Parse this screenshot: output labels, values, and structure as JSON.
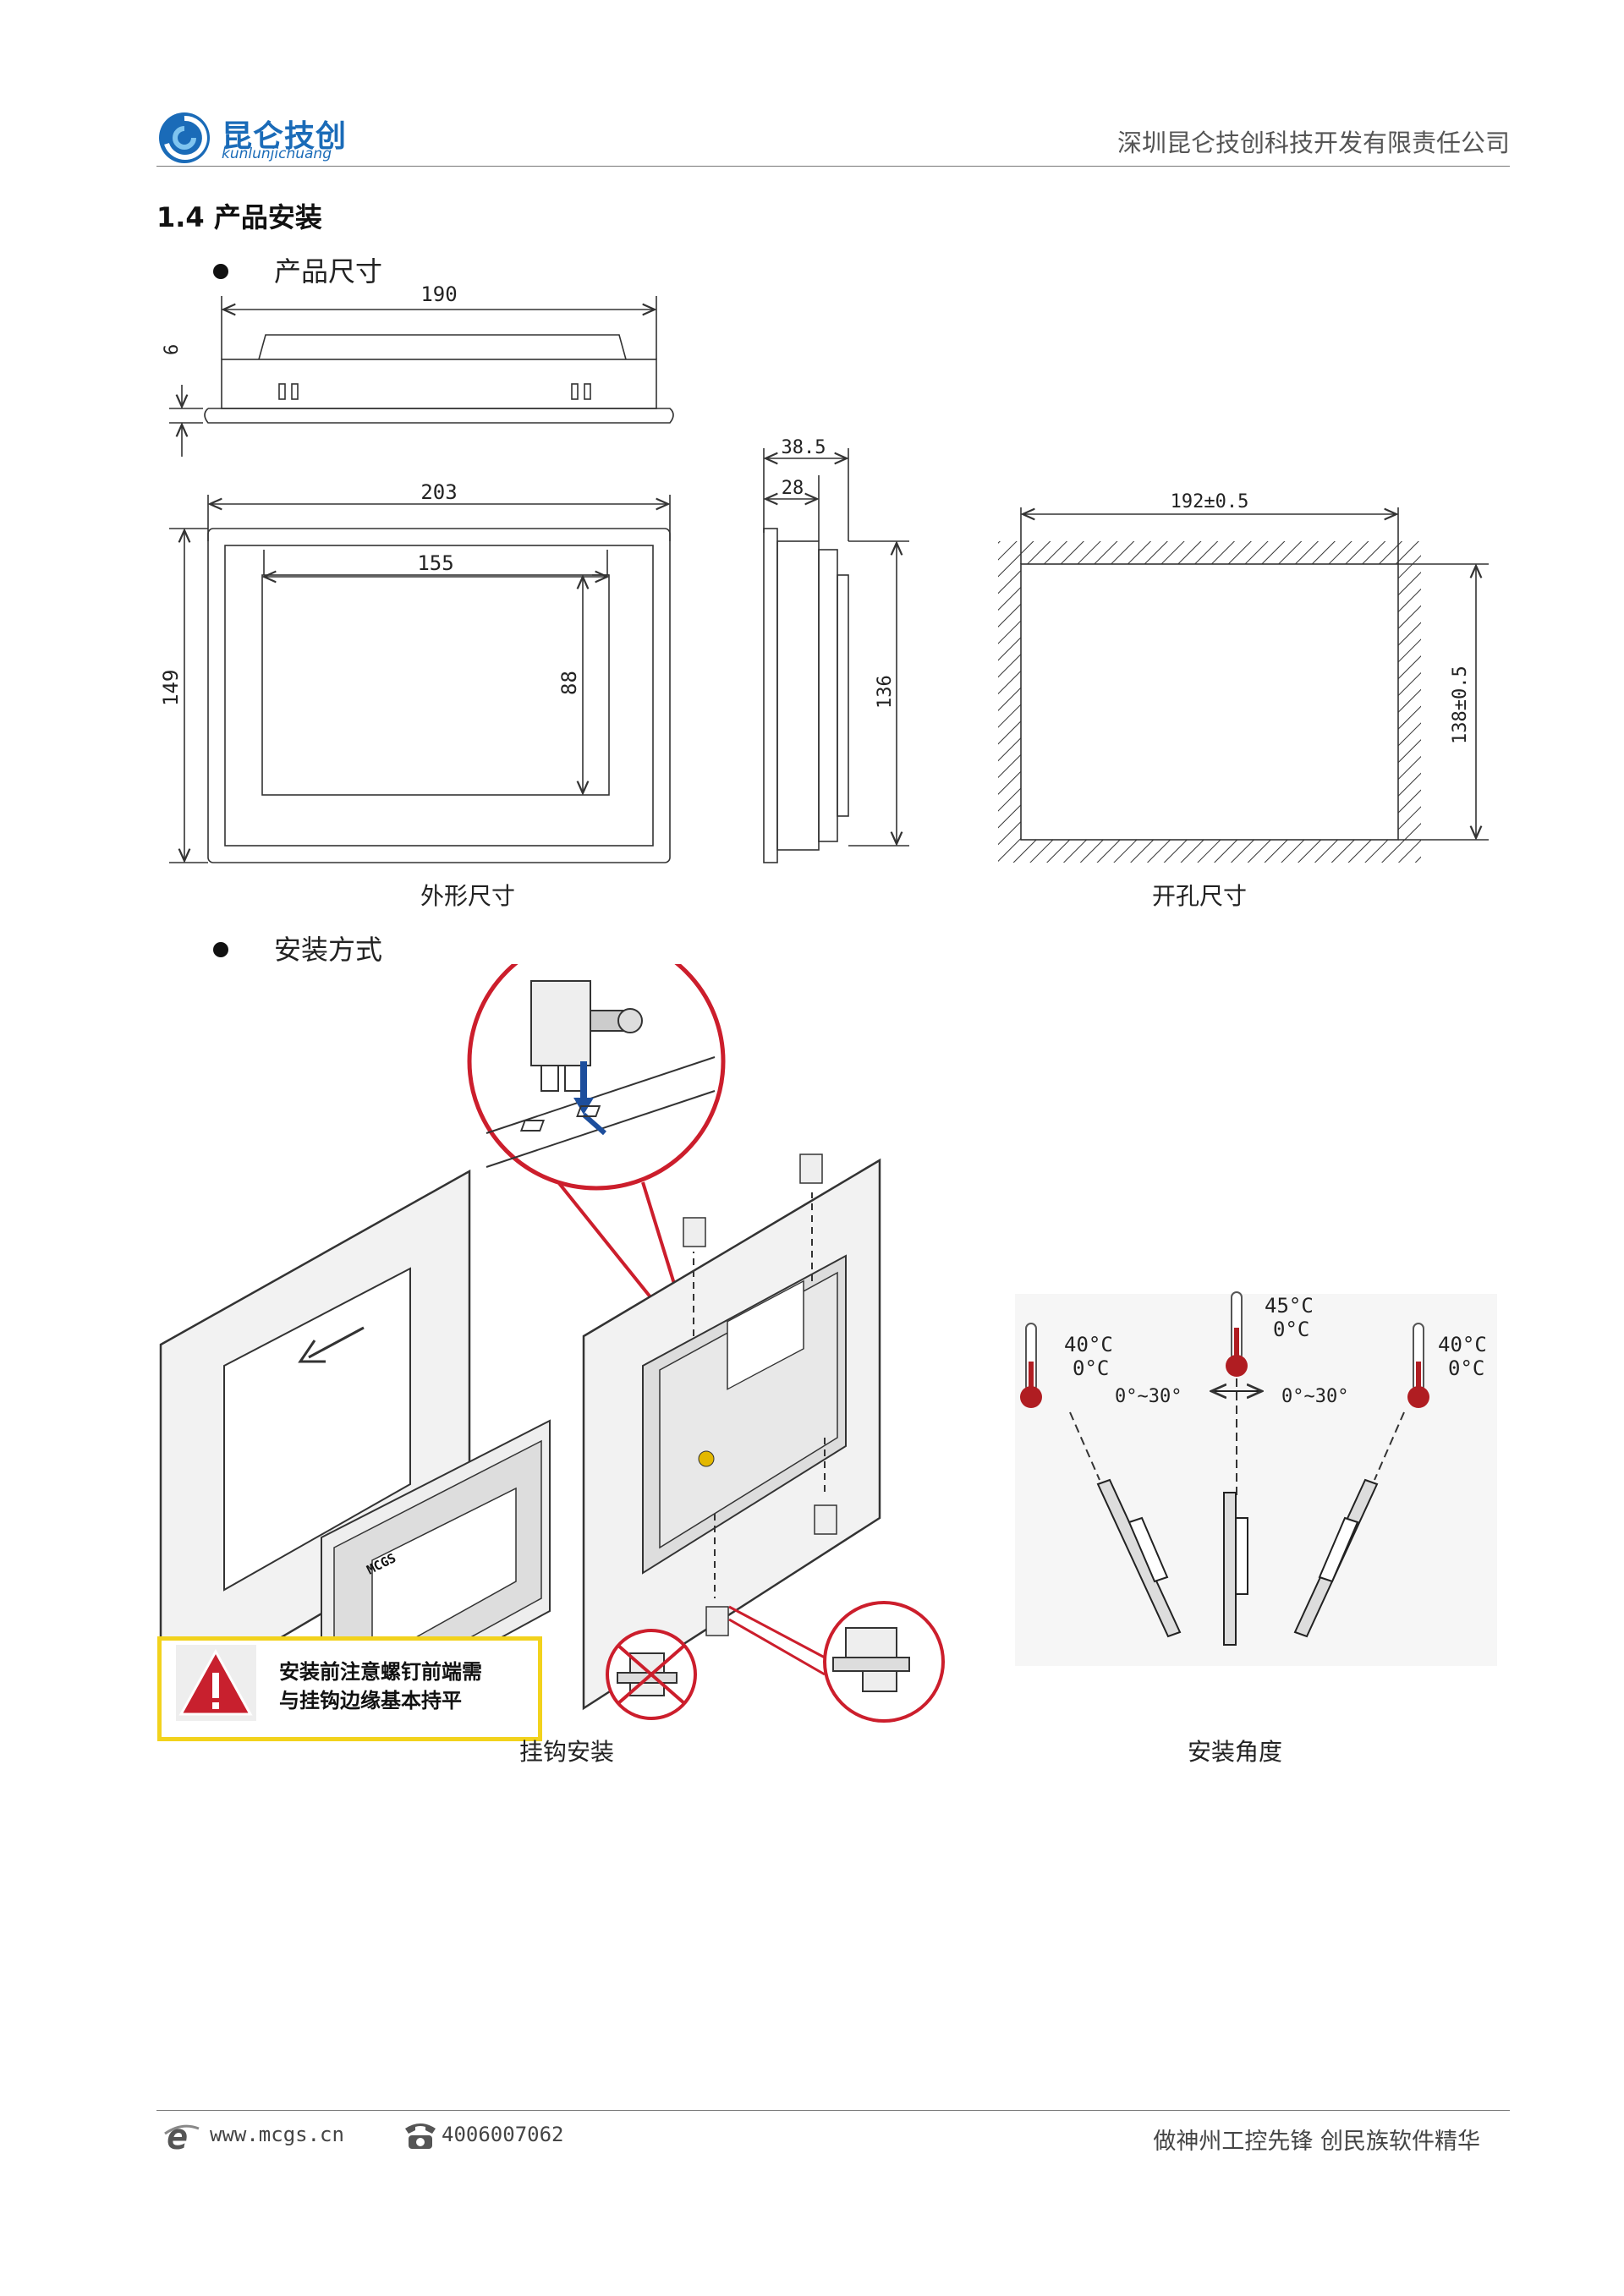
{
  "header": {
    "logo_cn": "昆仑技创",
    "logo_en": "kunlunjichuang",
    "company": "深圳昆仑技创科技开发有限责任公司"
  },
  "section": {
    "title": "1.4  产品安装",
    "bullet1": "产品尺寸",
    "bullet2": "安装方式"
  },
  "dimensions": {
    "top_width": "190",
    "top_height": "6",
    "front_width": "203",
    "front_height": "149",
    "screen_width": "155",
    "screen_height": "88",
    "side_depth": "38.5",
    "side_depth2": "28",
    "side_height": "136",
    "cutout_width": "192±0.5",
    "cutout_height": "138±0.5"
  },
  "captions": {
    "outline": "外形尺寸",
    "cutout": "开孔尺寸",
    "hook": "挂钩安装",
    "angle": "安装角度"
  },
  "warning": {
    "line1": "安装前注意螺钉前端需",
    "line2": "与挂钩边缘基本持平"
  },
  "device_brand": "MCGS",
  "angles": {
    "left_temp_high": "40°C",
    "left_temp_low": "0°C",
    "center_temp_high": "45°C",
    "center_temp_low": "0°C",
    "right_temp_high": "40°C",
    "right_temp_low": "0°C",
    "left_range": "0°~30°",
    "right_range": "0°~30°"
  },
  "footer": {
    "website": "www.mcgs.cn",
    "phone": "4006007062",
    "slogan": "做神州工控先锋 创民族软件精华"
  }
}
